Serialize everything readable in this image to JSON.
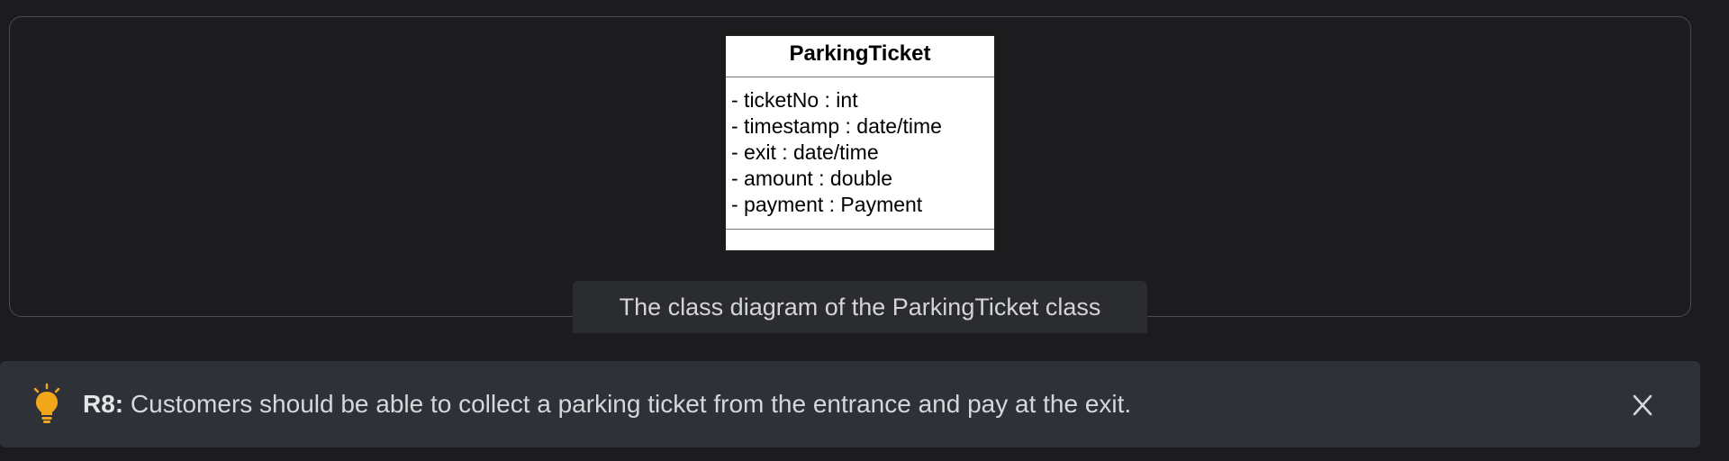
{
  "diagram": {
    "class_name": "ParkingTicket",
    "attributes": [
      "- ticketNo : int",
      "- timestamp : date/time",
      "- exit : date/time",
      "- amount : double",
      "- payment : Payment"
    ],
    "methods": [],
    "caption": "The class diagram of the ParkingTicket class"
  },
  "tip": {
    "label": "R8:",
    "text": " Customers should be able to collect a parking ticket from the entrance and pay at the exit.",
    "icon": "lightbulb-icon",
    "icon_color": "#f2a71b"
  },
  "close": {
    "icon": "close-icon"
  }
}
